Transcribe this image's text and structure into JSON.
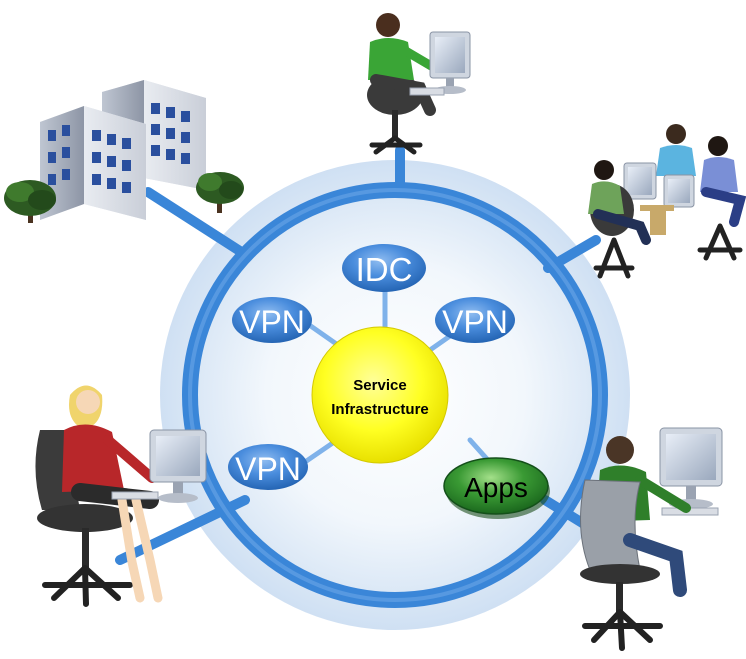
{
  "diagram": {
    "center": {
      "line1": "Service",
      "line2": "Infrastructure"
    },
    "nodes": {
      "idc": "IDC",
      "vpn_upper_left": "VPN",
      "vpn_upper_right": "VPN",
      "vpn_lower_left": "VPN",
      "apps": "Apps"
    },
    "endpoints": [
      "office-buildings",
      "remote-worker-top",
      "branch-office-group",
      "remote-worker-woman",
      "remote-worker-bottom-right"
    ]
  },
  "colors": {
    "ring": "#3a86d8",
    "ring_dark": "#1f5fae",
    "center": "#ffff33",
    "node_blue": "#3f82d6",
    "node_green": "#2e8b2e",
    "halo": "#dbe9f7"
  }
}
